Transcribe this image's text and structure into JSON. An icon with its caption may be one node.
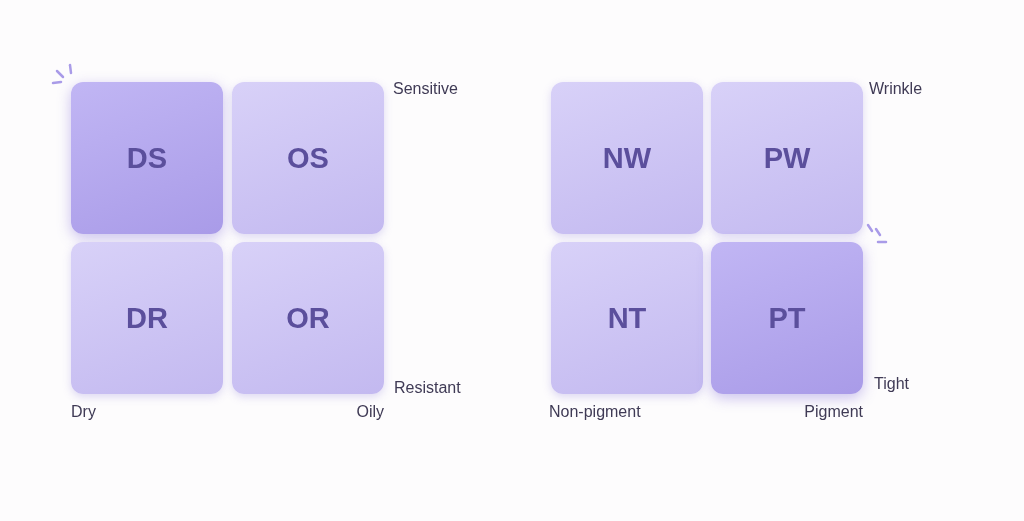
{
  "diagram": {
    "nodes": [
      {
        "text": [
          "DS"
        ]
      },
      {
        "text": [
          "OS"
        ]
      },
      {
        "text": [
          "DR"
        ]
      },
      {
        "text": [
          "OR"
        ]
      },
      {
        "text": [
          "NW"
        ]
      },
      {
        "text": [
          "PW"
        ]
      },
      {
        "text": [
          "NT"
        ]
      },
      {
        "text": [
          "PT"
        ]
      }
    ],
    "edges": [],
    "labels": [
      "Sensitive",
      "Wrinkle",
      "Resistant",
      "Tight",
      "Dry",
      "Oily",
      "Non-pigment",
      "Pigment"
    ]
  }
}
